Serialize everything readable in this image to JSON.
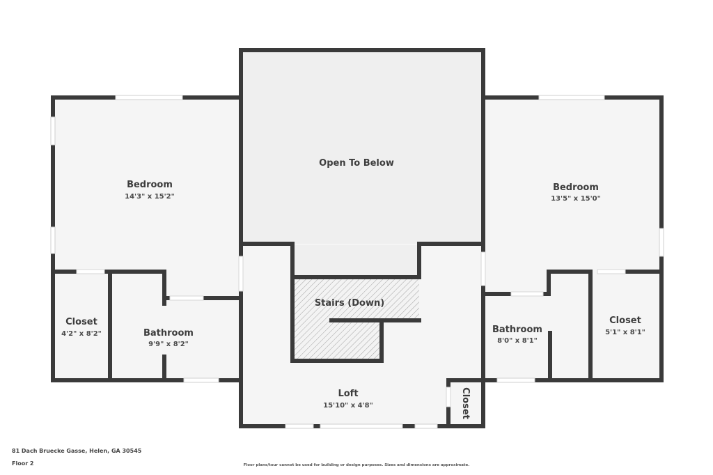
{
  "floorplan": {
    "colors": {
      "wall": "#3a3a3a",
      "room_fill": "#f5f5f5",
      "open_fill": "#efefef",
      "window": "#ffffff",
      "hatch": "#9a9a9a"
    },
    "rooms": {
      "bedroom_left": {
        "name": "Bedroom",
        "dims": "14'3\" x 15'2\""
      },
      "open_to_below": {
        "name": "Open To Below"
      },
      "bedroom_right": {
        "name": "Bedroom",
        "dims": "13'5\" x 15'0\""
      },
      "closet_left": {
        "name": "Closet",
        "dims": "4'2\" x 8'2\""
      },
      "bathroom_left": {
        "name": "Bathroom",
        "dims": "9'9\" x 8'2\""
      },
      "stairs": {
        "name": "Stairs (Down)"
      },
      "loft": {
        "name": "Loft",
        "dims": "15'10\" x 4'8\""
      },
      "closet_loft": {
        "name": "Closet"
      },
      "bathroom_right": {
        "name": "Bathroom",
        "dims": "8'0\" x 8'1\""
      },
      "closet_right": {
        "name": "Closet",
        "dims": "5'1\" x 8'1\""
      }
    }
  },
  "footer": {
    "address": "81 Dach Bruecke Gasse, Helen, GA 30545",
    "floor": "Floor 2",
    "disclaimer": "Floor plans/tour cannot be used for building or design purposes. Sizes and dimensions are approximate."
  }
}
